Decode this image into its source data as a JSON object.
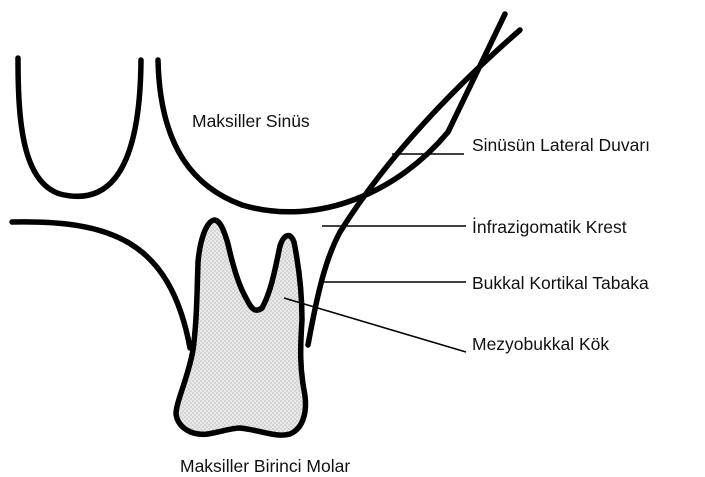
{
  "diagram": {
    "labels": {
      "maxillary_sinus": "Maksiller Sinüs",
      "sinus_lateral_wall": "Sinüsün Lateral Duvarı",
      "infrazygomatic_crest": "İnfrazigomatik Krest",
      "buccal_cortical_plate": "Bukkal Kortikal Tabaka",
      "mesiobuccal_root": "Mezyobukkal Kök",
      "first_molar": "Maksiller Birinci Molar"
    },
    "colors": {
      "stroke": "#000000",
      "tooth_fill": "#e6e6e6",
      "stipple": "#8c8c8c",
      "background": "#ffffff"
    }
  }
}
